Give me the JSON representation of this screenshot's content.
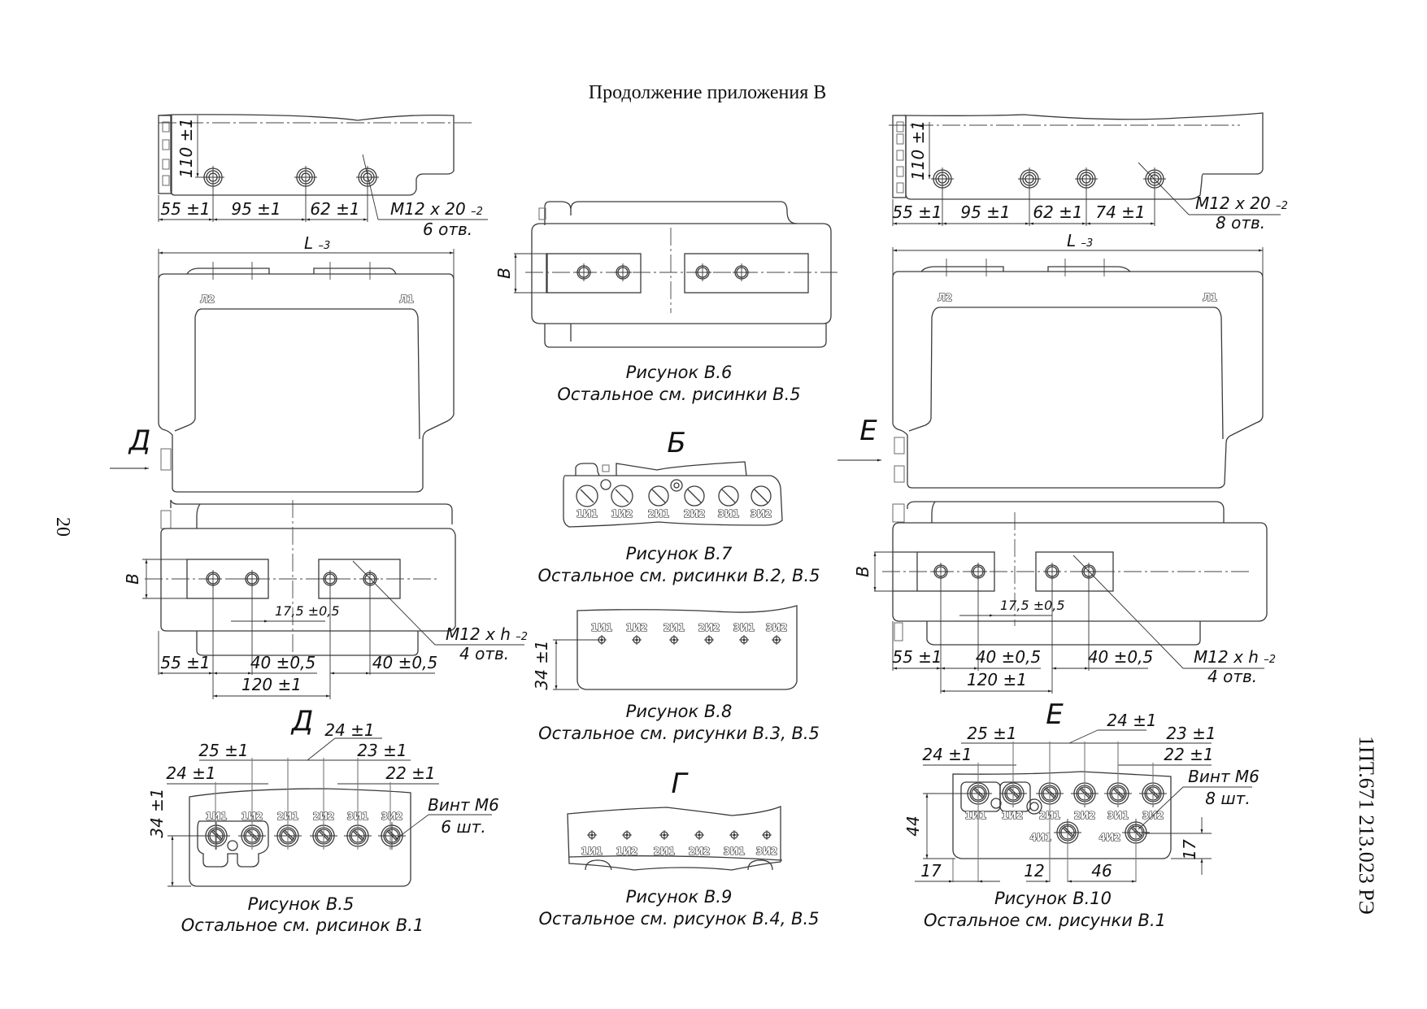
{
  "page": {
    "header": "Продолжение приложения В",
    "page_number": "20",
    "doc_code": "1ПТ.671 213.023 РЭ"
  },
  "left_top": {
    "dim_110": "110 ±1",
    "dim_55": "55 ±1",
    "dim_95": "95 ±1",
    "dim_62": "62 ±1",
    "thread": "М12 х 20",
    "thread_tol": "–2",
    "holes": "6 отв."
  },
  "left_front": {
    "dim_L": "L",
    "dim_L_tol": "–3",
    "mark_l2": "Л2",
    "mark_l1": "Л1",
    "view_arrow": "Д"
  },
  "left_bottom": {
    "dim_B": "В",
    "dim_17_5": "17,5 ±0,5",
    "dim_55": "55 ±1",
    "dim_40a": "40 ±0,5",
    "dim_40b": "40 ±0,5",
    "dim_120": "120 ±1",
    "thread": "М12 х h",
    "thread_tol": "–2",
    "holes": "4 отв."
  },
  "fig_b5": {
    "view": "Д",
    "dim_24_top": "24 ±1",
    "dim_25": "25 ±1",
    "dim_23": "23 ±1",
    "dim_24": "24 ±1",
    "dim_22": "22 ±1",
    "dim_34": "34 ±1",
    "terminals": [
      "1И1",
      "1И2",
      "2И1",
      "2И2",
      "3И1",
      "3И2"
    ],
    "screw": "Винт М6",
    "screw_count": "6 шт.",
    "caption": "Рисунок В.5",
    "note": "Остальное см. рисинок В.1"
  },
  "fig_b6": {
    "dim_B": "В",
    "caption": "Рисунок В.6",
    "note": "Остальное см. рисинки В.5"
  },
  "fig_b7": {
    "view": "Б",
    "terminals": [
      "1И1",
      "1И2",
      "2И1",
      "2И2",
      "3И1",
      "3И2"
    ],
    "caption": "Рисунок В.7",
    "note": "Остальное см. рисинки В.2, В.5"
  },
  "fig_b8": {
    "terminals": [
      "1И1",
      "1И2",
      "2И1",
      "2И2",
      "3И1",
      "3И2"
    ],
    "dim_34": "34 ±1",
    "caption": "Рисунок В.8",
    "note": "Остальное см. рисунки В.3, В.5"
  },
  "fig_b9": {
    "view": "Г",
    "terminals": [
      "1И1",
      "1И2",
      "2И1",
      "2И2",
      "3И1",
      "3И2"
    ],
    "caption": "Рисунок В.9",
    "note": "Остальное см. рисунок В.4, В.5"
  },
  "right_top": {
    "dim_110": "110 ±1",
    "dim_55": "55 ±1",
    "dim_95": "95 ±1",
    "dim_62": "62 ±1",
    "dim_74": "74 ±1",
    "thread": "М12 х 20",
    "thread_tol": "–2",
    "holes": "8 отв."
  },
  "right_front": {
    "dim_L": "L",
    "dim_L_tol": "–3",
    "mark_l2": "Л2",
    "mark_l1": "Л1",
    "view_arrow": "Е"
  },
  "right_bottom": {
    "dim_B": "В",
    "dim_17_5": "17,5 ±0,5",
    "dim_55": "55 ±1",
    "dim_40a": "40 ±0,5",
    "dim_40b": "40 ±0,5",
    "dim_120": "120 ±1",
    "thread": "М12 х h",
    "thread_tol": "–2",
    "holes": "4 отв."
  },
  "fig_b10": {
    "view": "Е",
    "dim_24_top": "24 ±1",
    "dim_25": "25 ±1",
    "dim_23": "23 ±1",
    "dim_24": "24 ±1",
    "dim_22": "22 ±1",
    "dim_44": "44",
    "dim_17_left": "17",
    "dim_12": "12",
    "dim_46": "46",
    "dim_17_right": "17",
    "terminals_row1": [
      "1И1",
      "1И2",
      "2И1",
      "2И2",
      "3И1",
      "3И2"
    ],
    "terminals_row2": [
      "4И1",
      "4И2"
    ],
    "screw": "Винт М6",
    "screw_count": "8 шт.",
    "caption": "Рисунок В.10",
    "note": "Остальное см. рисунки В.1"
  }
}
